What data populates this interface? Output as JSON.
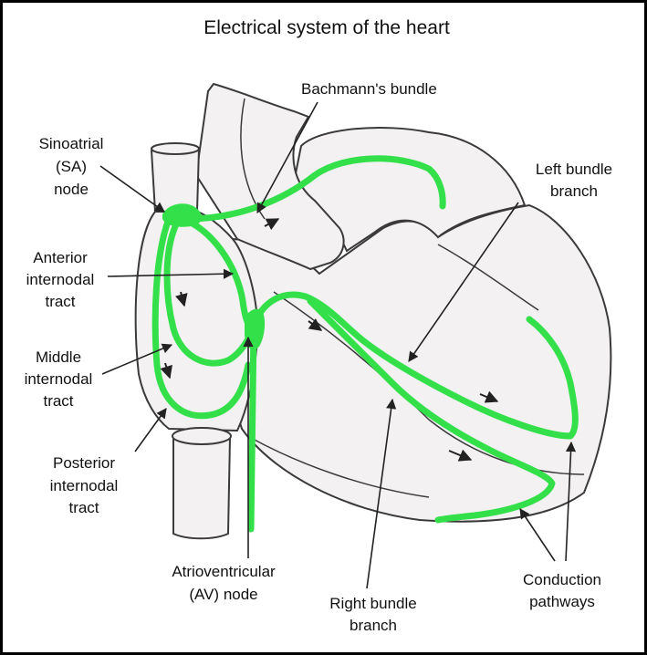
{
  "title": "Electrical system of the heart",
  "labels": {
    "bachmann": "Bachmann's bundle",
    "sa_1": "Sinoatrial",
    "sa_2": "(SA)",
    "sa_3": "node",
    "lbb_1": "Left bundle",
    "lbb_2": "branch",
    "ait_1": "Anterior",
    "ait_2": "internodal",
    "ait_3": "tract",
    "mit_1": "Middle",
    "mit_2": "internodal",
    "mit_3": "tract",
    "pit_1": "Posterior",
    "pit_2": "internodal",
    "pit_3": "tract",
    "av_1": "Atrioventricular",
    "av_2": "(AV) node",
    "rbb_1": "Right bundle",
    "rbb_2": "branch",
    "cp_1": "Conduction",
    "cp_2": "pathways"
  },
  "colors": {
    "pathway": "#33e04a",
    "heart_fill": "#f4f1f2",
    "outline": "#3a3a3a",
    "frame": "#000000"
  }
}
